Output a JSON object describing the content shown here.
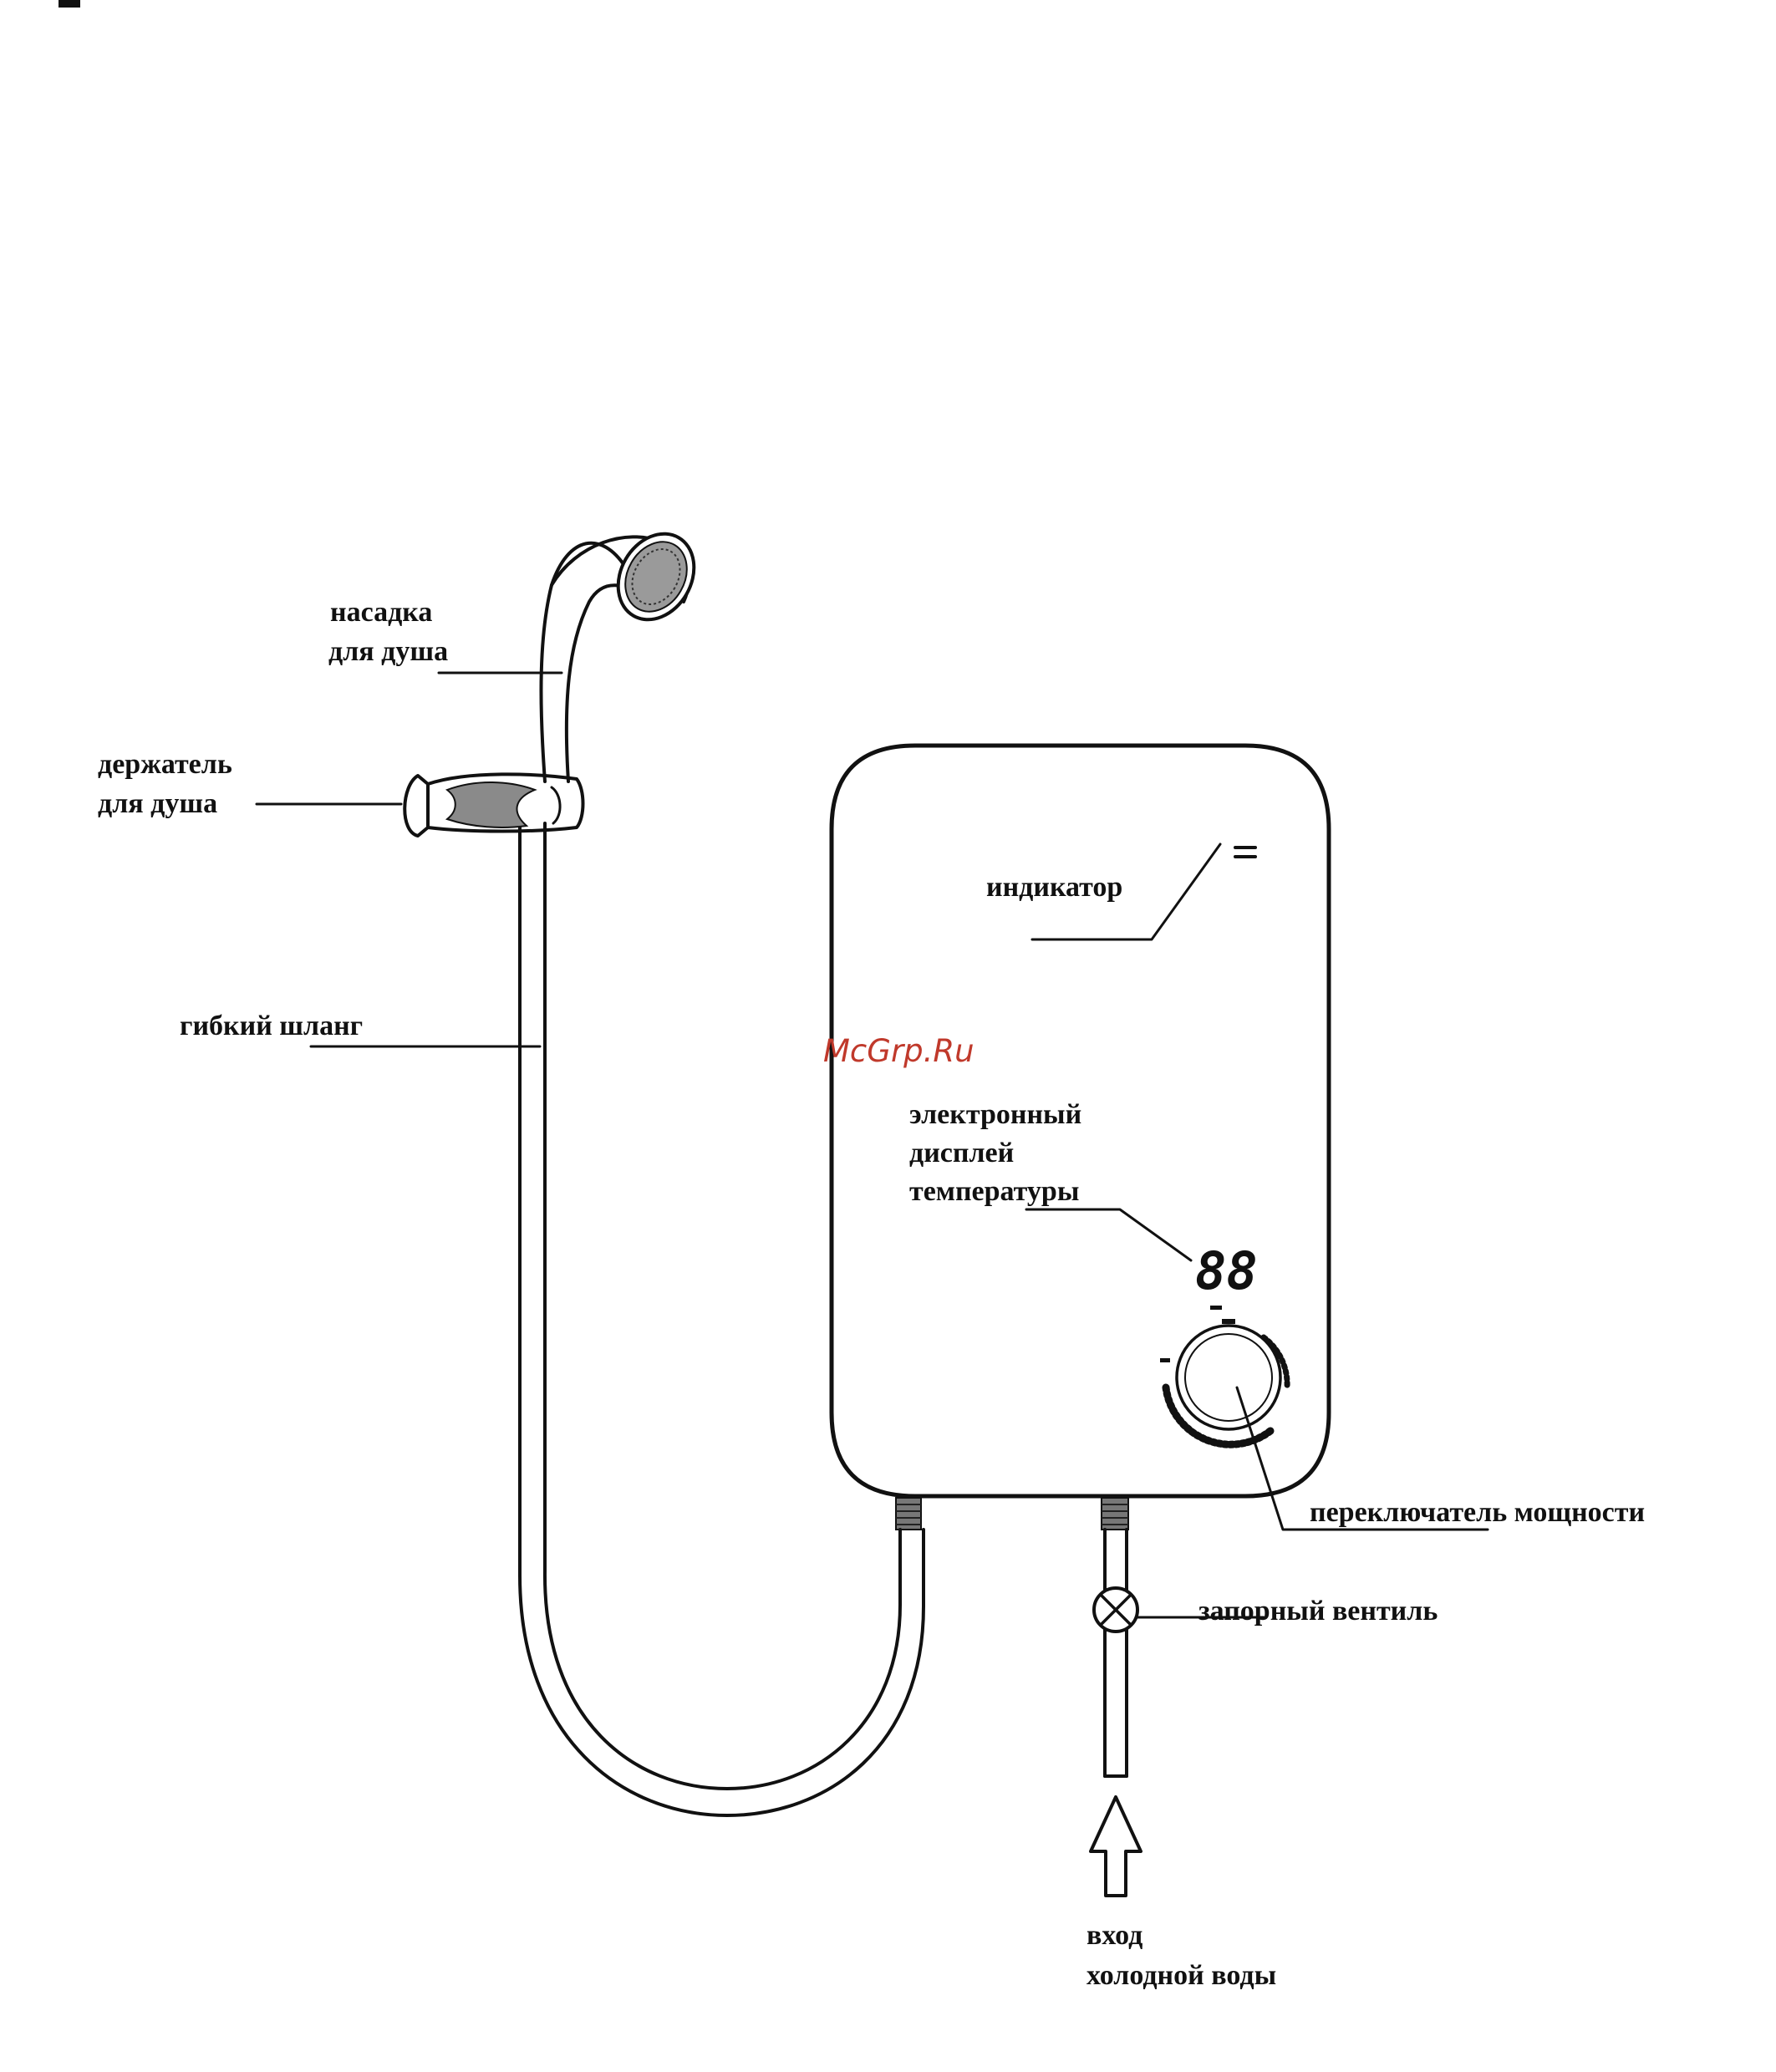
{
  "labels": {
    "shower_head": [
      "насадка",
      "для душа"
    ],
    "shower_holder": [
      "держатель",
      "для душа"
    ],
    "flexible_hose": "гибкий шланг",
    "indicator": "индикатор",
    "temp_display": [
      "электронный",
      "дисплей",
      "температуры"
    ],
    "power_switch": "переключатель мощности",
    "shutoff_valve": "запорный вентиль",
    "cold_water_inlet": [
      "вход",
      "холодной воды"
    ]
  },
  "display_digits": "88",
  "watermark": "McGrp.Ru"
}
